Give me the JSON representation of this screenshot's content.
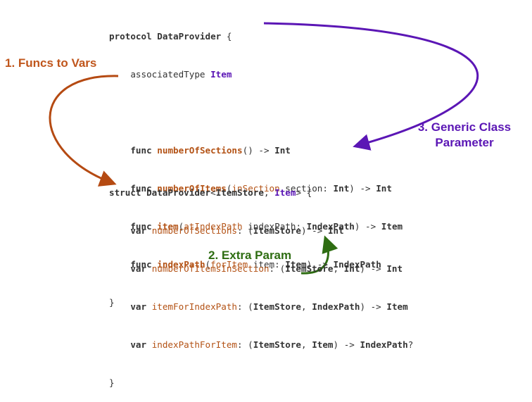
{
  "protocol_block": {
    "kw_protocol": "protocol",
    "name": "DataProvider",
    "open": " {",
    "assoc_kw": "associatedType",
    "assoc_name": "Item",
    "func_kw": "func",
    "f1_name": "numberOfSections",
    "f1_rest": "() -> ",
    "f1_ret": "Int",
    "f2_name": "numberOfItems",
    "f2_p1": "(",
    "f2_label": "inSection",
    "f2_p2": " section: ",
    "f2_t1": "Int",
    "f2_p3": ") -> ",
    "f2_ret": "Int",
    "f3_name": "item",
    "f3_p1": "(",
    "f3_label": "atIndexPath",
    "f3_p2": " indexPath: ",
    "f3_t1": "IndexPath",
    "f3_p3": ") -> ",
    "f3_ret": "Item",
    "f4_name": "indexPath",
    "f4_p1": "(",
    "f4_label": "forItem",
    "f4_p2": " item: ",
    "f4_t1": "Item",
    "f4_p3": ") -> ",
    "f4_ret": "IndexPath",
    "close": "}"
  },
  "struct_block": {
    "kw_struct": "struct",
    "name": "DataProvider",
    "lt": "<",
    "gen1": "ItemStore",
    "comma": ", ",
    "gen2": "Item",
    "gt_open": "> {",
    "var_kw": "var",
    "v1_name": "numberOfSections",
    "v1_p1": ": (",
    "v1_t1": "ItemStore",
    "v1_p2": ") -> ",
    "v1_ret": "Int",
    "v2_name": "numberOfItemsInSection",
    "v2_p1": ": (",
    "v2_t1": "ItemStore",
    "v2_p2": ", ",
    "v2_t2": "Int",
    "v2_p3": ") -> ",
    "v2_ret": "Int",
    "v3_name": "itemForIndexPath",
    "v3_p1": ": (",
    "v3_t1": "ItemStore",
    "v3_p2": ", ",
    "v3_t2": "IndexPath",
    "v3_p3": ") -> ",
    "v3_ret": "Item",
    "v4_name": "indexPathForItem",
    "v4_p1": ": (",
    "v4_t1": "ItemStore",
    "v4_p2": ", ",
    "v4_t2": "Item",
    "v4_p3": ") -> ",
    "v4_ret": "IndexPath",
    "v4_q": "?",
    "close": "}"
  },
  "annotations": {
    "step1": "1. Funcs to Vars",
    "step2": "2. Extra Param",
    "step3_line1": "3. Generic Class",
    "step3_line2": "Parameter"
  },
  "colors": {
    "step1": "#c0561c",
    "step2": "#2e6d12",
    "step3": "#5b16b5",
    "code_keyword": "#333333",
    "code_function": "#b35215"
  }
}
